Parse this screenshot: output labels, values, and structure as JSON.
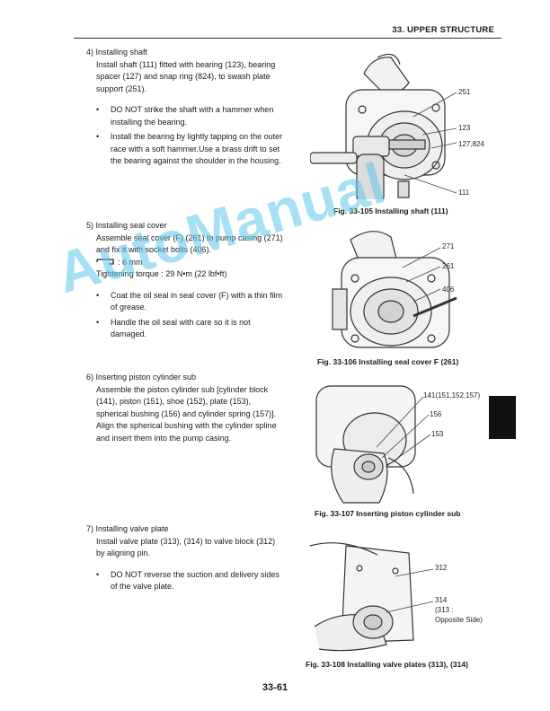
{
  "header": {
    "title": "33. UPPER STRUCTURE"
  },
  "sections": [
    {
      "heading": "4) Installing shaft",
      "body": "Install shaft (111) fitted with bearing (123), bearing spacer (127) and snap ring (824), to swash plate support (251).",
      "bullets": [
        "DO NOT strike the shaft with a hammer when installing the bearing.",
        "Install the bearing by lightly tapping on the outer race with a soft hammer.Use a brass drift to set the bearing against the shoulder in the housing."
      ]
    },
    {
      "heading": "5) Installing seal cover",
      "body": "Assemble seal cover (F) (261) to pump casing (271) and fix it with socket bolts (406).",
      "tool_size": ": 6 mm",
      "torque": "Tightening torque : 29 N•m (22 lbf•ft)",
      "bullets": [
        "Coat the oil seal in seal cover (F) with a thin film of grease.",
        "Handle the oil seal with care so it is not damaged."
      ]
    },
    {
      "heading": "6) Inserting piston cylinder sub",
      "body": "Assemble the piston cylinder sub [cylinder block (141), piston (151), shoe (152), plate (153), spherical bushing (156) and cylinder spring (157)].",
      "body2": "Align the spherical bushing with the cylinder spline and insert them into the pump casing."
    },
    {
      "heading": "7) Installing valve plate",
      "body": "Install valve plate (313), (314) to valve block (312) by aligning pin.",
      "bullets": [
        "DO NOT reverse the suction and delivery sides of the valve plate."
      ]
    }
  ],
  "figures": [
    {
      "caption": "Fig. 33-105 Installing shaft (111)",
      "labels": [
        "251",
        "123",
        "127,824",
        "111"
      ]
    },
    {
      "caption": "Fig. 33-106 Installing seal cover F (261)",
      "labels": [
        "271",
        "261",
        "406"
      ]
    },
    {
      "caption": "Fig. 33-107 Inserting piston cylinder sub",
      "labels": [
        "141(151,152,157)",
        "156",
        "153"
      ]
    },
    {
      "caption": "Fig. 33-108 Installing valve plates (313), (314)",
      "labels": [
        "312",
        "314",
        "(313 :",
        "Opposite Side)"
      ]
    }
  ],
  "watermark": "AutoManual",
  "page_number": "33-61"
}
